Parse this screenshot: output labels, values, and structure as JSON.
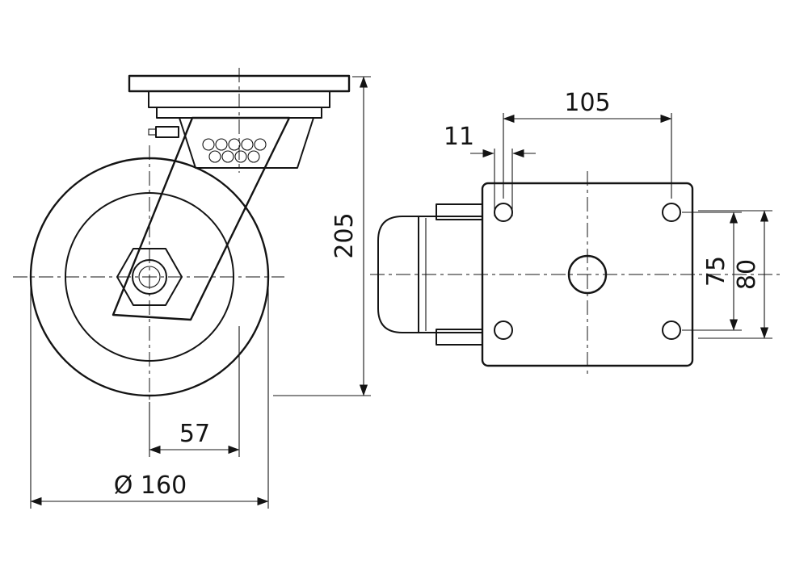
{
  "colors": {
    "line": "#141414",
    "background": "#ffffff"
  },
  "dims": {
    "overall_height": "205",
    "swivel_offset": "57",
    "wheel_diameter": "Ø 160",
    "hole_spacing_horizontal": "105",
    "hole_diameter": "11",
    "hole_spacing_vertical": "75",
    "slot_spacing": "80"
  }
}
